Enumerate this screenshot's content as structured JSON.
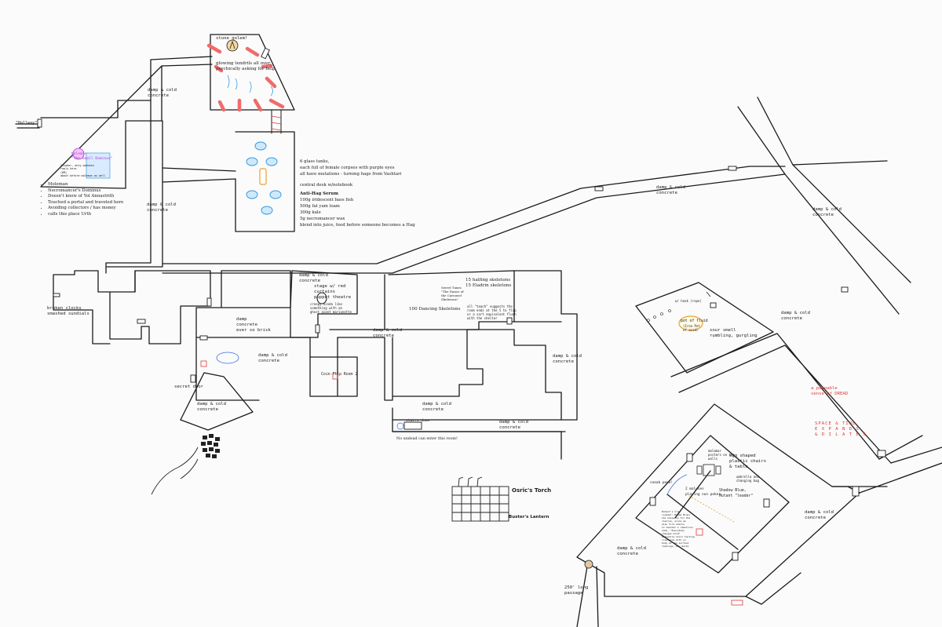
{
  "labels": {
    "hallway": "\"Hallway\"",
    "stone_golem": "stone golem!",
    "tendrils": "glowing tendrils all over,\npsychically asking for help",
    "damp_cold_1": "damp & cold\nconcrete",
    "damp_cold_2": "damp & cold\nconcrete",
    "damp_cold_3": "damp & cold\nconcrete",
    "damp_cold_4": "damp & cold\nconcrete",
    "damp_cold_5": "damp & cold\nconcrete",
    "damp_cold_6": "damp & cold\nconcrete",
    "damp_cold_7": "damp & cold\nconcrete",
    "damp_cold_8": "damp & cold\nconcrete",
    "damp_cold_9": "damp & cold\nconcrete",
    "damp_cold_10": "damp & cold\nconcrete",
    "damp_cold_11": "damp & cold\nconcrete",
    "damp_cold_12": "damp & cold\nconcrete",
    "damp_cold_13": "damp & cold\nconcrete",
    "damp_cold_14": "damp & cold\nconcrete",
    "damp_brick": "damp\nconcrete\never so brisk",
    "stage": "stage w/ red\ncurtains\npuppet theatre",
    "stage_note": "creepy kinda like\nsomething with an\nghost giant marionette",
    "broken_clocks": "broken clocks\nsmashed sundials",
    "secret_door": "secret door",
    "coin_room": "Coin-Flip Room 2",
    "hundred_skeletons": "100 Dancing Skeletons",
    "halfling": "15 halfing skeletons\n15 Eladrin skeletons",
    "theatre_note": "Sweet Tuxes\n\"The Dance of\nthe Carousel\nSkeletons\"",
    "skeleton_note": "all \"teach\" suggests the\nroom ends at the 5 to flip\nor a sort equivalent flush\nwith the shelter",
    "stairs_down": "stairs down",
    "no_undead": "No undead can enter this room!",
    "torch": "Osric's Torch",
    "lantern": "Buster's Lantern",
    "sour_smell": "sour smell\nrumbling, gurgling",
    "pot_of_fluid": "pot of fluid",
    "pot_sub": "(Iron Pot\nof acid)",
    "hooks": "w/ hook (rope)",
    "palpable": "a palpable\nsense of DREAD",
    "space_time": "SPACE & TIME\nE X P A N D S\n& D I L A T E S",
    "egg_chairs": "egg shaped\nplastic chairs\n& table",
    "malamar_note": "malamar\nposters on the\nwalls",
    "maluses": "2 maluses\nplaying nun poker",
    "shadow_blue": "Shadow Blue,\nMutant \"leader\"",
    "umbrella": "umbrella and\nchanging bag",
    "mutant_notes": "Mutant's Crew\n(Leader: Blade Blue)\nwho helps us fix the\nresolve, since we\nalso fire shells\nto teacher's rebellion\nsome, \"Everybody\nchanges mind\"\nmeanwhile still hunting\ncreatures with no\nbody at the surface\nreadings, any marks",
    "sneak_peek": "sneak peek!",
    "passage": "250' long\npassage",
    "moleman_name": "Moleman\n\"The Small Dominus\"",
    "moleman_note": "Invader, duty madness\nreply here\n(DM)\nabout before moleman as well"
  },
  "moleman_bullets": [
    "Moleman",
    "Necromancer's Dominus",
    "Doesn't know of Yol Annastrith",
    "Touched a portal and traveled here",
    "Avoiding collectors / has money",
    "calls this place Urth"
  ],
  "tanks_text": {
    "tanks_line1": "6 glass tanks,",
    "tanks_line2": "each full of female corpses with purple eyes",
    "tanks_line3": "all have mutations - turning hags from Vashtari",
    "desk": "central desk w/notebook",
    "serum_title": "Anti-Hag Serum",
    "serum1": "100g iridescent bass fish",
    "serum2": "500g fat yam loam",
    "serum3": "300g kale",
    "serum4": "5g necromancer wax",
    "serum5": "blend into juice, feed before someone becomes a Hag"
  },
  "colors": {
    "wall": "#1a1a1a",
    "tank": "#3b9de0",
    "tank_fill": "#cfe9fb",
    "desk": "#e8a030",
    "red": "#e03a3a",
    "tendril": "#f06b6b",
    "purple": "#b03ad8",
    "blue_scribble": "#3b6ee0"
  }
}
